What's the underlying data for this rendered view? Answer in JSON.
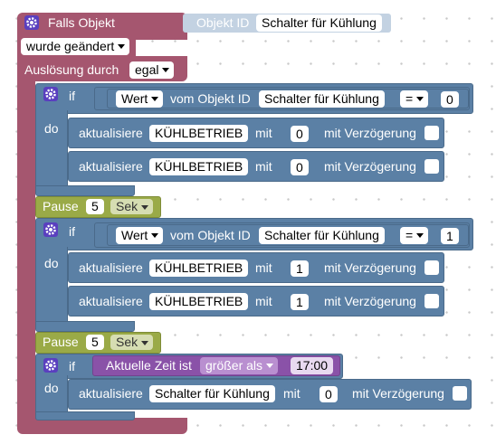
{
  "trigger": {
    "title": "Falls Objekt",
    "object_id_label": "Objekt ID",
    "object_id_value": "Schalter für Kühlung",
    "mode": "wurde geändert",
    "trigger_label": "Auslösung durch",
    "trigger_value": "egal"
  },
  "if1": {
    "if_label": "if",
    "do_label": "do",
    "value_dropdown": "Wert",
    "object_id_text": "vom Objekt ID",
    "object_id_value": "Schalter für Kühlung",
    "operator": "=",
    "compare_value": "0",
    "actions": [
      {
        "prefix": "aktualisiere",
        "target": "KÜHLBETRIEB",
        "with": "mit",
        "value": "0",
        "delay_label": "mit Verzögerung"
      },
      {
        "prefix": "aktualisiere",
        "target": "KÜHLBETRIEB",
        "with": "mit",
        "value": "0",
        "delay_label": "mit Verzögerung"
      }
    ]
  },
  "pause1": {
    "label": "Pause",
    "value": "5",
    "unit": "Sek"
  },
  "if2": {
    "if_label": "if",
    "do_label": "do",
    "value_dropdown": "Wert",
    "object_id_text": "vom Objekt ID",
    "object_id_value": "Schalter für Kühlung",
    "operator": "=",
    "compare_value": "1",
    "actions": [
      {
        "prefix": "aktualisiere",
        "target": "KÜHLBETRIEB",
        "with": "mit",
        "value": "1",
        "delay_label": "mit Verzögerung"
      },
      {
        "prefix": "aktualisiere",
        "target": "KÜHLBETRIEB",
        "with": "mit",
        "value": "1",
        "delay_label": "mit Verzögerung"
      }
    ]
  },
  "pause2": {
    "label": "Pause",
    "value": "5",
    "unit": "Sek"
  },
  "if3": {
    "if_label": "if",
    "do_label": "do",
    "time_label": "Aktuelle Zeit ist",
    "operator": "größer als",
    "time_value": "17:00",
    "action": {
      "prefix": "aktualisiere",
      "target": "Schalter für Kühlung",
      "with": "mit",
      "value": "0",
      "delay_label": "mit Verzögerung"
    }
  },
  "icons": {
    "gear": "gear-icon",
    "checkbox": "checkbox-icon"
  },
  "colors": {
    "trigger": "#a5566f",
    "logic": "#5b80a5",
    "pause": "#9aaa47",
    "time": "#8a52a8"
  }
}
